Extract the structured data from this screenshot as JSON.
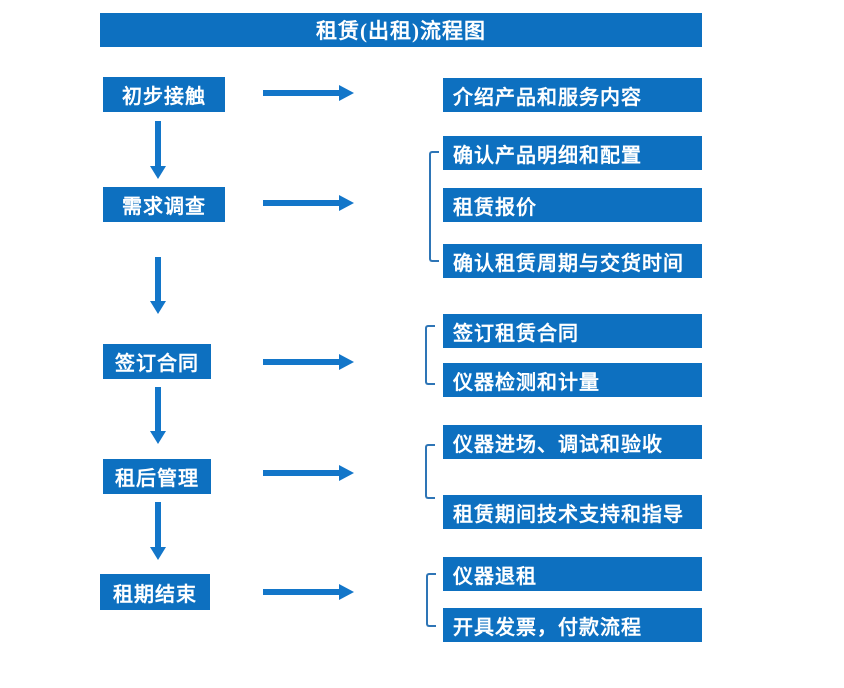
{
  "title": "租赁(出租)流程图",
  "colors": {
    "box_blue": "#0d70c0",
    "arrow_blue": "#1376c9",
    "bracket_blue": "#2e75b6",
    "text_white": "#ffffff"
  },
  "flow": {
    "stages": [
      {
        "label": "初步接触",
        "outputs": [
          "介绍产品和服务内容"
        ]
      },
      {
        "label": "需求调查",
        "outputs": [
          "确认产品明细和配置",
          "租赁报价",
          "确认租赁周期与交货时间"
        ]
      },
      {
        "label": "签订合同",
        "outputs": [
          "签订租赁合同",
          "仪器检测和计量"
        ]
      },
      {
        "label": "租后管理",
        "outputs": [
          "仪器进场、调试和验收",
          "租赁期间技术支持和指导"
        ]
      },
      {
        "label": "租期结束",
        "outputs": [
          "仪器退租",
          "开具发票，付款流程"
        ]
      }
    ]
  }
}
